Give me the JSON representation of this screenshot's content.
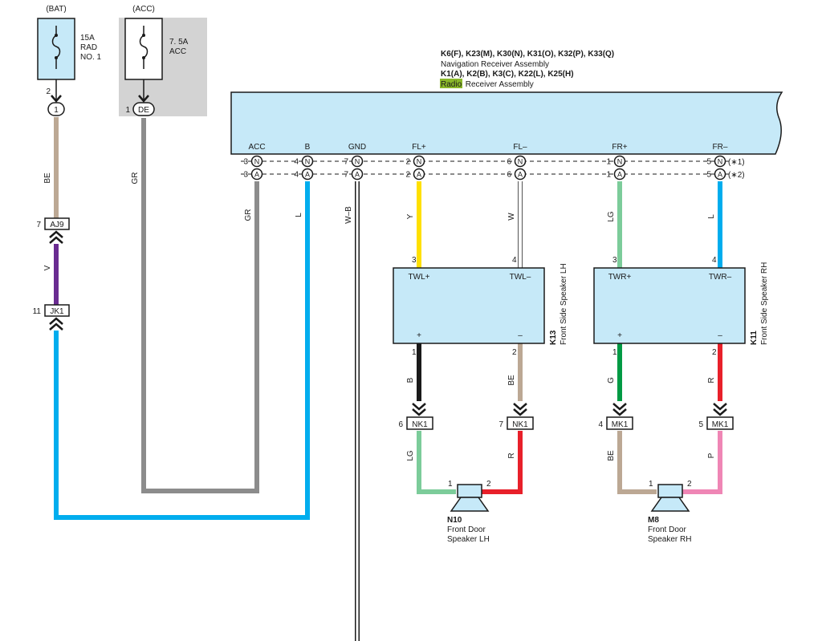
{
  "power": {
    "bat": {
      "source": "(BAT)",
      "fuse_amp": "15A",
      "fuse_name_1": "RAD",
      "fuse_name_2": "NO. 1",
      "out_pin": "2",
      "conn": "1"
    },
    "acc": {
      "source": "(ACC)",
      "fuse_amp": "7. 5A",
      "fuse_name": "ACC",
      "pin": "1",
      "conn": "DE"
    }
  },
  "receiver": {
    "line1": "K6(F), K23(M), K30(N), K31(O), K32(P), K33(Q)",
    "line2": "Navigation Receiver Assembly",
    "line3": "K1(A), K2(B), K3(C), K22(L), K25(H)",
    "line4_highlight": "Radio",
    "line4_rest": " Receiver Assembly",
    "terminals": [
      "ACC",
      "B",
      "GND",
      "FL+",
      "FL–",
      "FR+",
      "FR–"
    ],
    "conn_n": "N",
    "conn_a": "A",
    "pins": [
      "3",
      "4",
      "7",
      "2",
      "6",
      "1",
      "5"
    ],
    "note1": "(∗1)",
    "note2": "(∗2)"
  },
  "wires": {
    "bat_upper": "BE",
    "bat_lower": "V",
    "acc": "GR",
    "acc_term": "GR",
    "b_term": "L",
    "gnd": "W–B",
    "flp": "Y",
    "flm": "W",
    "frp": "LG",
    "frm": "L",
    "spk_lh_p": "B",
    "spk_lh_m": "BE",
    "spk_rh_p": "G",
    "spk_rh_m": "R",
    "door_lh_p": "LG",
    "door_lh_m": "R",
    "door_rh_p": "BE",
    "door_rh_m": "P"
  },
  "inline_connectors": {
    "aj9": {
      "name": "AJ9",
      "pin": "7"
    },
    "jk1": {
      "name": "JK1",
      "pin": "11"
    },
    "nk1_a": {
      "name": "NK1",
      "pin": "6"
    },
    "nk1_b": {
      "name": "NK1",
      "pin": "7"
    },
    "mk1_a": {
      "name": "MK1",
      "pin": "4"
    },
    "mk1_b": {
      "name": "MK1",
      "pin": "5"
    }
  },
  "speaker_lh": {
    "id": "K13",
    "name": "Front Side Speaker LH",
    "term_p": "TWL+",
    "term_m": "TWL–",
    "pin_in_p": "3",
    "pin_in_m": "4",
    "plus": "+",
    "minus": "–",
    "pin_out_p": "1",
    "pin_out_m": "2"
  },
  "speaker_rh": {
    "id": "K11",
    "name": "Front Side Speaker RH",
    "term_p": "TWR+",
    "term_m": "TWR–",
    "pin_in_p": "3",
    "pin_in_m": "4",
    "plus": "+",
    "minus": "–",
    "pin_out_p": "1",
    "pin_out_m": "2"
  },
  "door_lh": {
    "id": "N10",
    "line1": "Front Door",
    "line2": "Speaker LH",
    "pin1": "1",
    "pin2": "2"
  },
  "door_rh": {
    "id": "M8",
    "line1": "Front Door",
    "line2": "Speaker RH",
    "pin1": "1",
    "pin2": "2"
  },
  "colors": {
    "gray": "#8c8c8c",
    "beige": "#bca894",
    "violet": "#6a2c91",
    "blue": "#00adee",
    "yellow": "#ffe000",
    "white_wire": "#ffffff",
    "light_green": "#7ccc9a",
    "black": "#1a1a1a",
    "green": "#009a44",
    "red": "#e8202a",
    "pink": "#ef86b5",
    "box_fill": "#c6e9f8",
    "shade": "#d3d3d3",
    "highlight": "#8ab82a"
  }
}
